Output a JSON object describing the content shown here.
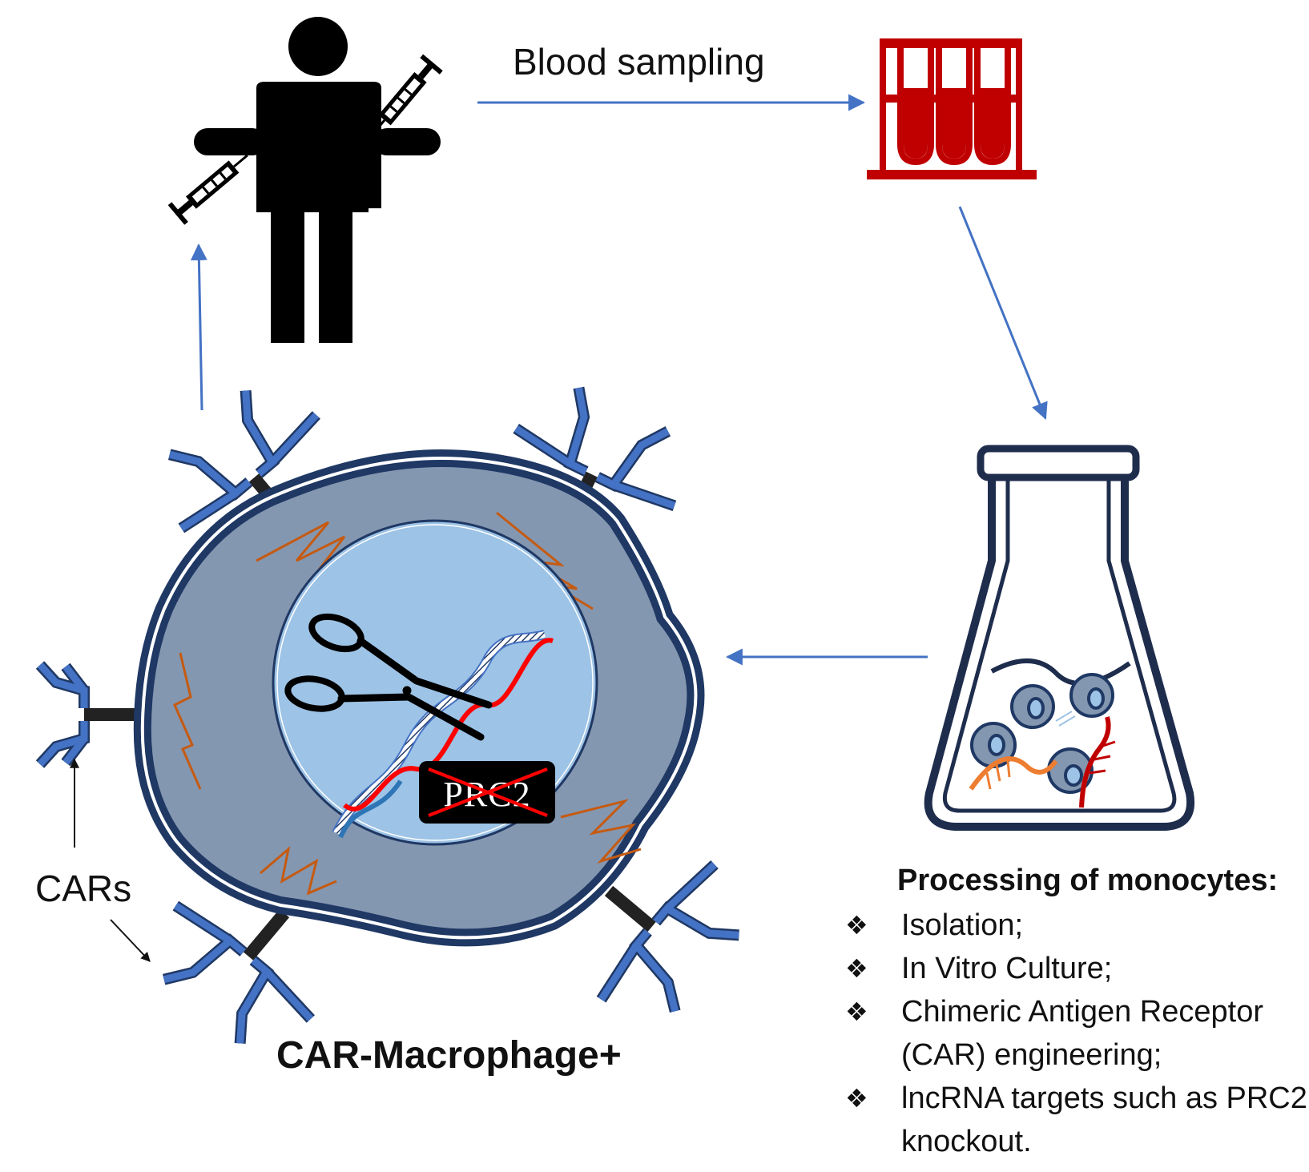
{
  "labels": {
    "blood_sampling": "Blood sampling",
    "cars": "CARs",
    "cell_title": "CAR-Macrophage+",
    "prc2": "PRC2"
  },
  "processing": {
    "title": "Processing of monocytes:",
    "bullet_icon": "four-diamond-bullet-icon",
    "items": [
      "Isolation;",
      "In Vitro Culture;",
      "Chimeric Antigen Receptor (CAR) engineering;",
      "lncRNA targets such as PRC2 knockout."
    ]
  },
  "icons": [
    "person-with-syringes-icon",
    "blood-tubes-rack-icon",
    "culture-flask-icon",
    "scissors-icon",
    "dna-helix-icon",
    "car-receptor-icon"
  ],
  "colors": {
    "arrow": "#4472c4",
    "blood_red": "#c00000",
    "cell_body": "#8497b0",
    "cell_border": "#1f3864",
    "nucleus": "#9dc3e6",
    "receptor": "#4472c4",
    "filament": "#c55a11",
    "flask": "#1f2d4d"
  }
}
